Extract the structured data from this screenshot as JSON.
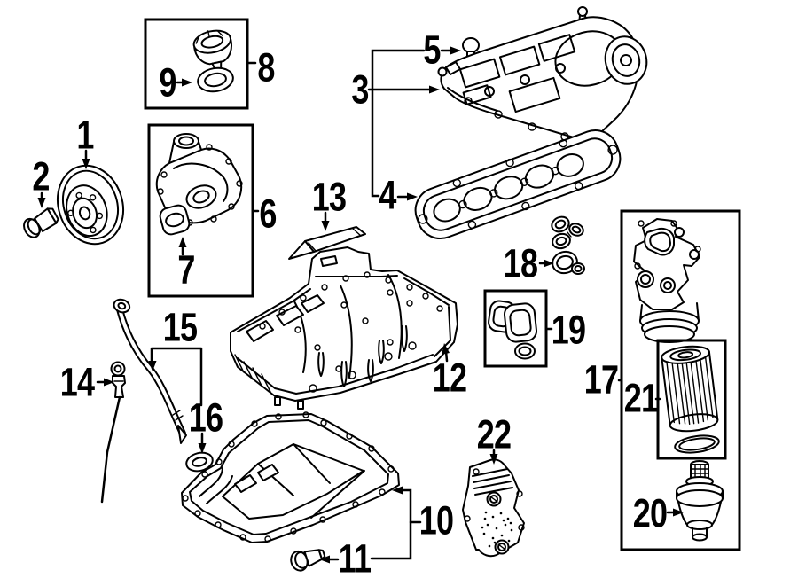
{
  "colors": {
    "background": "#ffffff",
    "line": "#000000",
    "label": "#000000"
  },
  "callouts": [
    {
      "number": "1",
      "part": "crankshaft-pulley"
    },
    {
      "number": "2",
      "part": "pulley-bolt"
    },
    {
      "number": "3",
      "part": "valve-cover"
    },
    {
      "number": "4",
      "part": "valve-cover-gasket"
    },
    {
      "number": "5",
      "part": "valve-cover-bolt"
    },
    {
      "number": "6",
      "part": "timing-cover"
    },
    {
      "number": "7",
      "part": "camshaft-seal"
    },
    {
      "number": "8",
      "part": "oil-filler-cap"
    },
    {
      "number": "9",
      "part": "filler-cap-seal"
    },
    {
      "number": "10",
      "part": "lower-oil-pan"
    },
    {
      "number": "11",
      "part": "oil-drain-plug"
    },
    {
      "number": "12",
      "part": "upper-oil-pan"
    },
    {
      "number": "13",
      "part": "sealant-tube"
    },
    {
      "number": "14",
      "part": "oil-dipstick"
    },
    {
      "number": "15",
      "part": "dipstick-tube"
    },
    {
      "number": "16",
      "part": "dipstick-tube-seal"
    },
    {
      "number": "17",
      "part": "oil-filter-housing-assembly"
    },
    {
      "number": "18",
      "part": "breather-seal-set"
    },
    {
      "number": "19",
      "part": "gasket-set"
    },
    {
      "number": "20",
      "part": "oil-filter-cap"
    },
    {
      "number": "21",
      "part": "oil-filter-element"
    },
    {
      "number": "22",
      "part": "oil-cooler"
    }
  ]
}
